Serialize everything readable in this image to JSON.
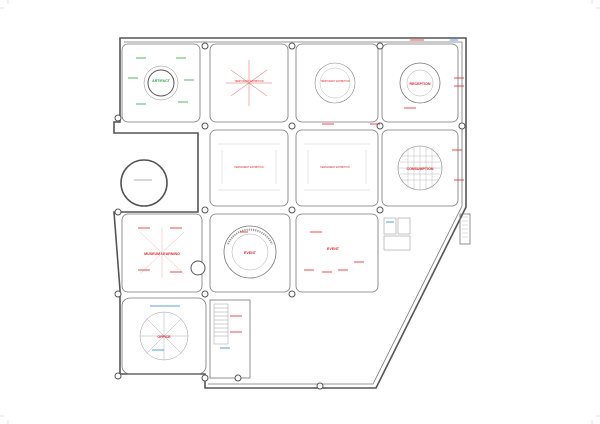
{
  "rooms": {
    "artifact": "ARTIFACT",
    "temporary_exhibition_1": "TEMPORARY EXHIBITION",
    "temporary_exhibition_2": "TEMPORARY EXHIBITION",
    "reception": "RECEPTION",
    "permanent_exhibition_1": "PERMANENT EXHIBITION",
    "permanent_exhibition_2": "PERMANENT EXHIBITION",
    "consumption": "CONSUMPTION",
    "museum_learning": "MUSEUM LEARNING",
    "event_1": "EVENT",
    "event_2": "EVENT",
    "office": "OFFICE"
  },
  "colors": {
    "wall": "#555555",
    "red_label": "#e0242b",
    "green_label": "#2ea043",
    "blue_label": "#2d7fd4"
  }
}
